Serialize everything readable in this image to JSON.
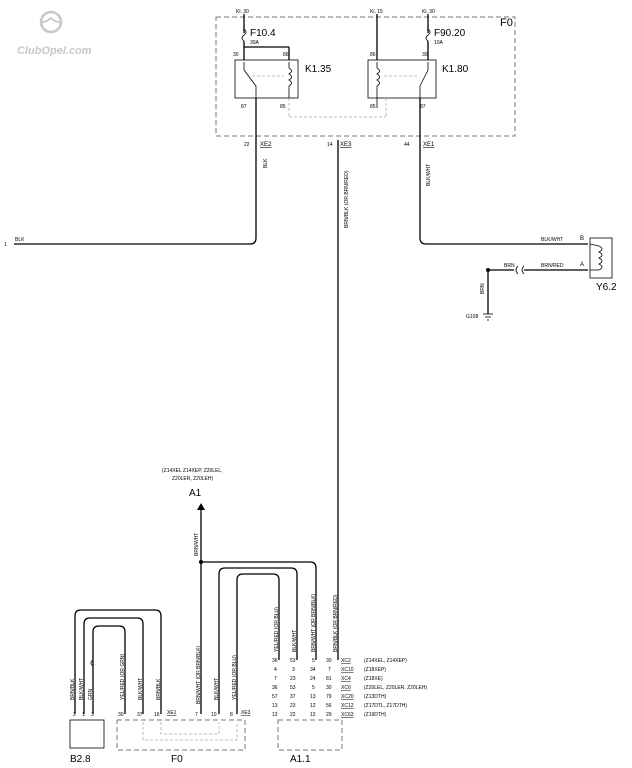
{
  "logo": {
    "text": "ClubOpel.com"
  },
  "fusebox_top": {
    "label": "F0",
    "fuse1": {
      "supply": "Kl. 30",
      "name": "F10.4",
      "rating": "30A"
    },
    "fuse2": {
      "supply": "Kl. 30",
      "name": "F90.20",
      "rating": "10A"
    },
    "kl15": "Kl. 15",
    "relay1": {
      "name": "K1.35",
      "pins": [
        "30",
        "86",
        "87",
        "85"
      ]
    },
    "relay2": {
      "name": "K1.80",
      "pins": [
        "86",
        "30",
        "85",
        "87"
      ]
    },
    "connectors": [
      {
        "pin": "22",
        "conn": "XE2"
      },
      {
        "pin": "14",
        "conn": "XE3"
      },
      {
        "pin": "44",
        "conn": "XE1"
      }
    ]
  },
  "wires": {
    "blk_vertical": "BLK",
    "brnblk_vertical": "BRN/BLK (OR BRN/RED)",
    "blkwht_vertical": "BLK/WHT",
    "left_pin": "1",
    "left_blk": "BLK",
    "blkwht_h": "BLK/WHT",
    "brnred_h": "BRN/RED",
    "brn_h": "BRN",
    "brn_v": "BRN"
  },
  "valve": {
    "name": "Y6.2",
    "pin_b": "B",
    "pin_a": "A"
  },
  "ground": {
    "name": "G108"
  },
  "a1": {
    "models": [
      "(Z14XEL Z14XEP, Z20LEL,",
      "Z20LER, Z20LEH)"
    ],
    "name": "A1"
  },
  "bottom_wires": {
    "brnwht_main": "BRN/WHT",
    "b28_w1": "BRN/BLK",
    "b28_w2": "BLK/WHT",
    "b28_w3": "GRN",
    "f0_w1": "YEL/RED (OR GRN)",
    "f0_w2": "BLK/WHT",
    "f0_w3": "BRN/BLK",
    "f0_w4": "BRN/WHT (OR BRN/BLK)",
    "f0_w5": "BLK/WHT",
    "f0_w6": "YEL/RED (OR BLU)",
    "a11_w1": "YEL/RED (OR BLU)",
    "a11_w2": "BLK/WHT",
    "a11_w3": "BRN/WHT (OR BRN/BLK)",
    "a11_w4": "BRN/BLK (OR BRN/RED)"
  },
  "b28": {
    "name": "B2.8",
    "pins": [
      "2",
      "1",
      "3"
    ]
  },
  "f0_bottom": {
    "name": "F0",
    "pins": [
      "30",
      "37",
      "16",
      "XE1",
      "7",
      "10",
      "8",
      "XE3"
    ]
  },
  "a11": {
    "name": "A1.1",
    "table": [
      {
        "c1": "36",
        "c2": "53",
        "c3": "5",
        "c4": "30",
        "conn": "XC2",
        "model": "(Z14XEL, Z14XEP)"
      },
      {
        "c1": "4",
        "c2": "3",
        "c3": "34",
        "c4": "7",
        "conn": "XC10",
        "model": "(Z18XEP)"
      },
      {
        "c1": "7",
        "c2": "23",
        "c3": "24",
        "c4": "81",
        "conn": "XC4",
        "model": "(Z18XE)"
      },
      {
        "c1": "36",
        "c2": "53",
        "c3": "5",
        "c4": "30",
        "conn": "XC6",
        "model": "(Z20LEL, Z20LER, Z20LEH)"
      },
      {
        "c1": "57",
        "c2": "37",
        "c3": "13",
        "c4": "79",
        "conn": "XC20",
        "model": "(Z13DTH)"
      },
      {
        "c1": "13",
        "c2": "23",
        "c3": "12",
        "c4": "56",
        "conn": "XC12",
        "model": "(Z17DTL, Z17DTH)"
      },
      {
        "c1": "13",
        "c2": "22",
        "c3": "12",
        "c4": "29",
        "conn": "XC63",
        "model": "(Z19DTH)"
      }
    ]
  }
}
